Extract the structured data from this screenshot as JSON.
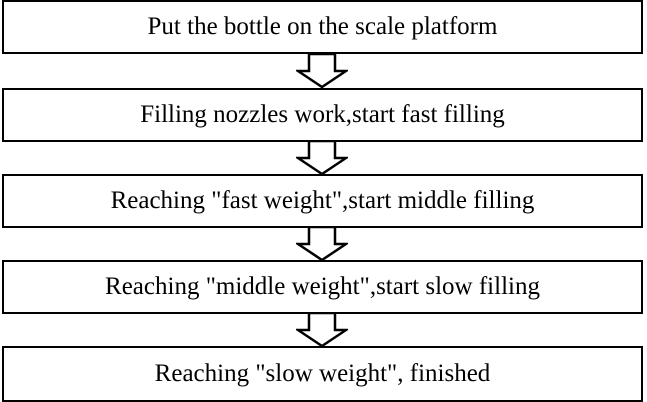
{
  "steps": [
    {
      "label": "Put the bottle on the scale platform"
    },
    {
      "label": "Filling nozzles work,start fast filling"
    },
    {
      "label": "Reaching \"fast weight\",start middle filling"
    },
    {
      "label": "Reaching \"middle weight\",start slow filling"
    },
    {
      "label": "Reaching \"slow weight\", finished"
    }
  ],
  "colors": {
    "stroke": "#000000",
    "fill": "#ffffff"
  },
  "icons": {
    "connector": "hollow-down-arrow-icon"
  }
}
